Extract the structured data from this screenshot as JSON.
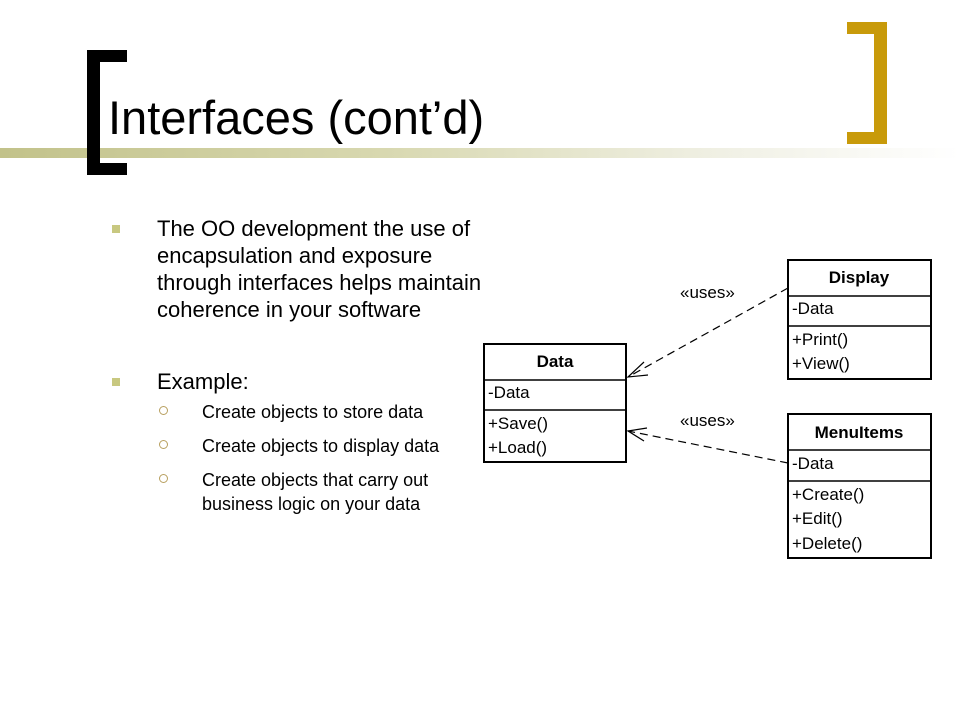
{
  "slide": {
    "title": "Interfaces (cont’d)",
    "bullets": [
      {
        "text": "The OO development the use of encapsulation and exposure through interfaces helps maintain coherence in your software"
      },
      {
        "text": "Example:"
      }
    ],
    "sub_bullets": [
      "Create objects to store data",
      "Create objects to display data",
      "Create objects that carry out business logic on your data"
    ]
  },
  "diagram": {
    "classes": [
      {
        "name": "Data",
        "attributes": [
          "-Data"
        ],
        "methods": [
          "+Save()",
          "+Load()"
        ]
      },
      {
        "name": "Display",
        "attributes": [
          "-Data"
        ],
        "methods": [
          "+Print()",
          "+View()"
        ]
      },
      {
        "name": "MenuItems",
        "attributes": [
          "-Data"
        ],
        "methods": [
          "+Create()",
          "+Edit()",
          "+Delete()"
        ]
      }
    ],
    "relations": [
      {
        "from": "Display",
        "to": "Data",
        "label": "«uses»"
      },
      {
        "from": "MenuItems",
        "to": "Data",
        "label": "«uses»"
      }
    ]
  }
}
